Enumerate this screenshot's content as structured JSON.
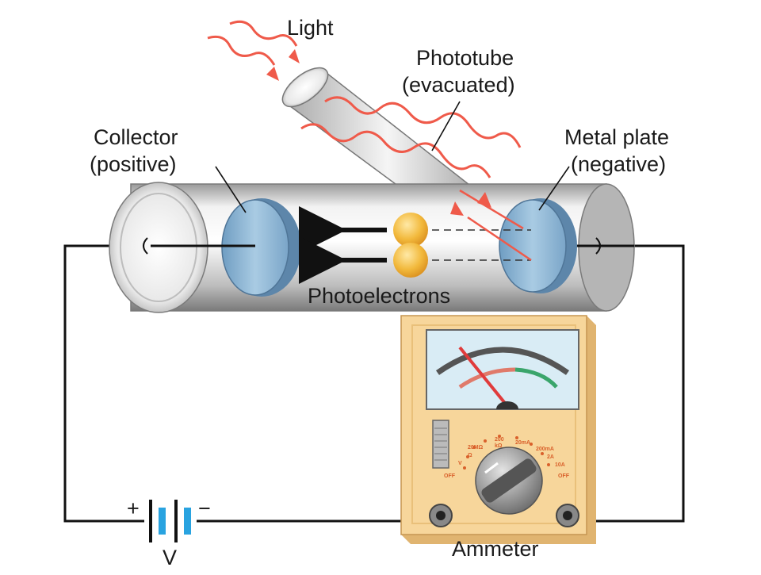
{
  "labels": {
    "light": "Light",
    "phototube_line1": "Phototube",
    "phototube_line2": "(evacuated)",
    "collector_line1": "Collector",
    "collector_line2": "(positive)",
    "metal_plate_line1": "Metal plate",
    "metal_plate_line2": "(negative)",
    "photoelectrons": "Photoelectrons",
    "ammeter": "Ammeter",
    "battery_plus": "+",
    "battery_minus": "−",
    "battery_voltage": "V"
  },
  "ammeter_dial": {
    "off_left": "OFF",
    "v": "V",
    "ohm_top": "Ω",
    "r_20m": "20MΩ",
    "r_200k_top": "200",
    "r_200k_bottom": "kΩ",
    "i_20ma": "20mA",
    "i_200ma": "200mA",
    "i_2a": "2A",
    "i_10a": "10A",
    "off_right": "OFF"
  },
  "colors": {
    "light_ray": "#ef5a4a",
    "tube": "#d6d6d6",
    "electrode": "#8fb8d6",
    "electron": "#f0b43a",
    "meter_body": "#f7d69b",
    "meter_face": "#d9ecf5",
    "wire": "#111111"
  }
}
